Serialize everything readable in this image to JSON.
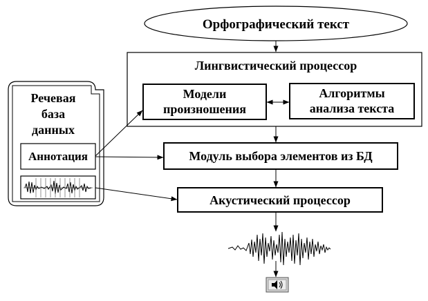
{
  "nodes": {
    "ortho_text": "Орфографический текст",
    "ling_processor": "Лингвистический процессор",
    "pron_models": [
      "Модели",
      "произношения"
    ],
    "text_analysis": [
      "Алгоритмы",
      "анализа текста"
    ],
    "speech_db": [
      "Речевая",
      "база",
      "данных"
    ],
    "annotation": "Аннотация",
    "unit_selection": "Модуль выбора элементов из БД",
    "acoustic_processor": "Акустический процессор"
  },
  "icons": {
    "waveform_db": "waveform-icon",
    "waveform_out": "waveform-icon",
    "speaker": "speaker-icon"
  }
}
